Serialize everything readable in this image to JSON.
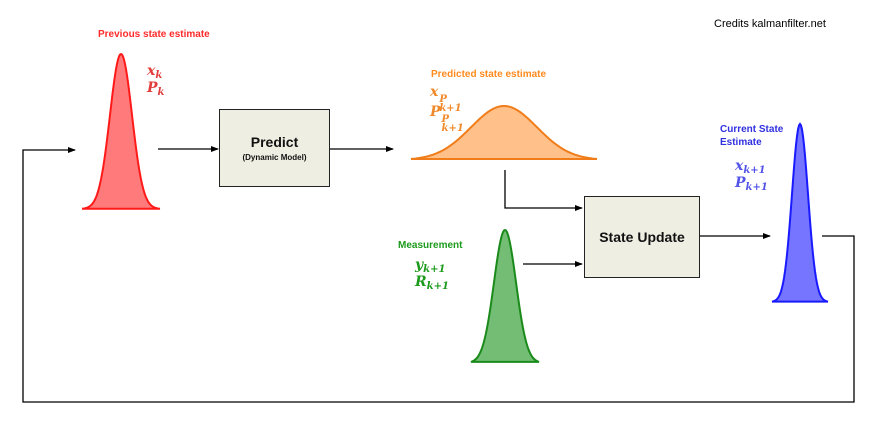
{
  "credits": "Credits kalmanfilter.net",
  "previous": {
    "title": "Previous state estimate",
    "x_base": "x",
    "x_sub": "k",
    "p_base": "P",
    "p_sub": "k"
  },
  "predict": {
    "label": "Predict",
    "sublabel": "(Dynamic Model)"
  },
  "predicted": {
    "title": "Predicted state estimate",
    "x_base": "x",
    "x_sup": "P",
    "x_sub": "k+1",
    "p_base": "P",
    "p_sup": "P",
    "p_sub": "k+1"
  },
  "measurement": {
    "title": "Measurement",
    "y_base": "y",
    "y_sub": "k+1",
    "r_base": "R",
    "r_sub": "k+1"
  },
  "update": {
    "label": "State Update"
  },
  "current": {
    "title": "Current State Estimate",
    "x_base": "x",
    "x_sub": "k+1",
    "p_base": "P",
    "p_sub": "k+1"
  },
  "colors": {
    "red_fill": "#ff7b7b",
    "red_stroke": "#ff1a1a",
    "orange_fill": "#ffc08a",
    "orange_stroke": "#f07d1a",
    "green_fill": "#74bd74",
    "green_stroke": "#1a8a1a",
    "blue_fill": "#7575ff",
    "blue_stroke": "#1a1aff",
    "box_fill": "#efeee3"
  }
}
